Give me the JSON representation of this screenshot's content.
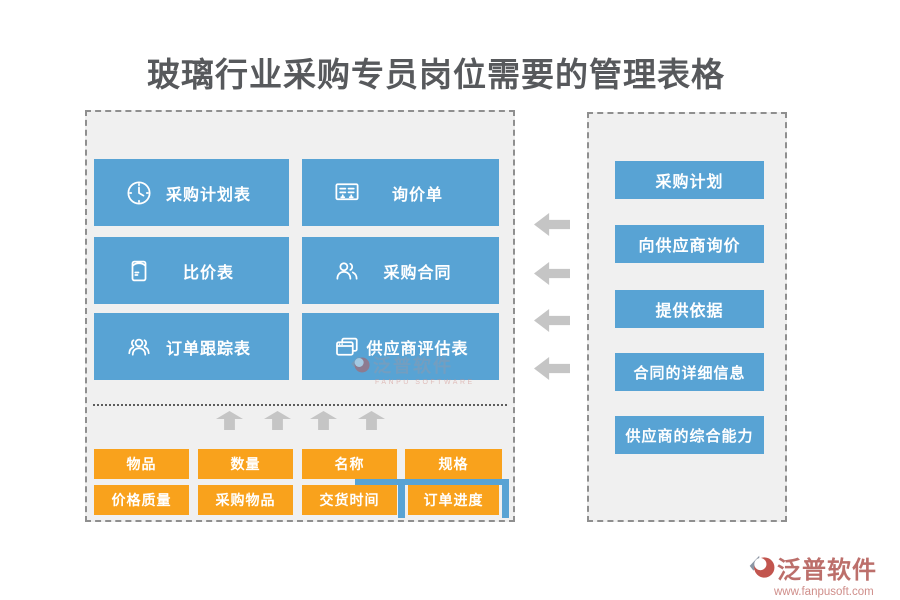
{
  "title": "玻璃行业采购专员岗位需要的管理表格",
  "colors": {
    "blue": "#58a3d4",
    "orange": "#f9a21c",
    "panel_bg": "#f0f0f0",
    "panel_border": "#8f8f8f",
    "arrow_gray": "#c5c5c5",
    "title_color": "#57595c",
    "brand_red": "#bc6f6b",
    "url_red": "#cf8e8a"
  },
  "left_panel": {
    "tables": [
      {
        "label": "采购计划表",
        "icon": "clock-icon"
      },
      {
        "label": "询价单",
        "icon": "inquiry-list-icon"
      },
      {
        "label": "比价表",
        "icon": "envelope-icon"
      },
      {
        "label": "采购合同",
        "icon": "two-people-icon"
      },
      {
        "label": "订单跟踪表",
        "icon": "people-group-icon"
      },
      {
        "label": "供应商评估表",
        "icon": "stacked-windows-icon"
      }
    ],
    "field_rows": [
      [
        "物品",
        "数量",
        "名称",
        "规格"
      ],
      [
        "价格质量",
        "采购物品",
        "交货时间",
        "订单进度"
      ]
    ]
  },
  "right_panel": {
    "items": [
      "采购计划",
      "向供应商询价",
      "提供依据",
      "合同的详细信息",
      "供应商的综合能力"
    ]
  },
  "center_watermark": {
    "brand": "泛普软件",
    "subtitle": "FANPU SOFTWARE"
  },
  "footer_logo": {
    "brand": "泛普软件",
    "url": "www.fanpusoft.com"
  }
}
